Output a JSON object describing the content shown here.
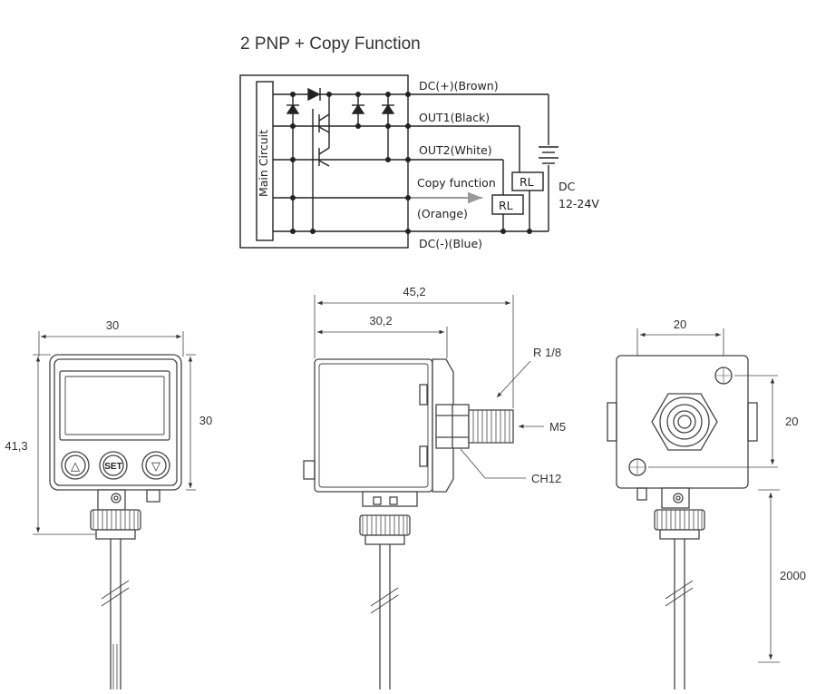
{
  "title": "2 PNP + Copy Function",
  "wiring": {
    "main_circuit": "Main Circuit",
    "wires": {
      "dc_plus": "DC(+)(Brown)",
      "out1": "OUT1(Black)",
      "out2": "OUT2(White)",
      "copy_function": "Copy function",
      "orange": "(Orange)",
      "dc_minus": "DC(-)(Blue)"
    },
    "relay_1": "RL",
    "relay_2": "RL",
    "supply_label": "DC",
    "supply_voltage": "12-24V"
  },
  "front_view": {
    "width_dim": "30",
    "height_dim": "41,3",
    "face_dim": "30",
    "buttons": {
      "up": "△",
      "set": "SET",
      "down": "▽"
    }
  },
  "side_view": {
    "overall_dim": "45,2",
    "body_dim": "30,2",
    "thread_label": "R 1/8",
    "port_label": "M5",
    "hex_label": "CH12"
  },
  "back_view": {
    "hole_spacing_h": "20",
    "hole_spacing_v": "20",
    "cable_length": "2000"
  }
}
